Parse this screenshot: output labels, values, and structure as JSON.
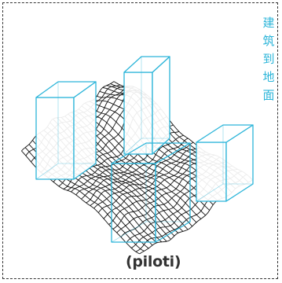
{
  "title_chars": [
    "建",
    "筑",
    "到",
    "地",
    "面"
  ],
  "caption": "(piloti)",
  "colors": {
    "accent": "#2cb5d9",
    "mesh": "#111111",
    "frame": "#333333",
    "caption": "#333333"
  },
  "icons": {
    "terrain": "wavy-grid-terrain-icon",
    "building": "wireframe-box-icon"
  },
  "buildings": [
    {
      "name": "building-left"
    },
    {
      "name": "building-back"
    },
    {
      "name": "building-right"
    },
    {
      "name": "building-front"
    }
  ]
}
